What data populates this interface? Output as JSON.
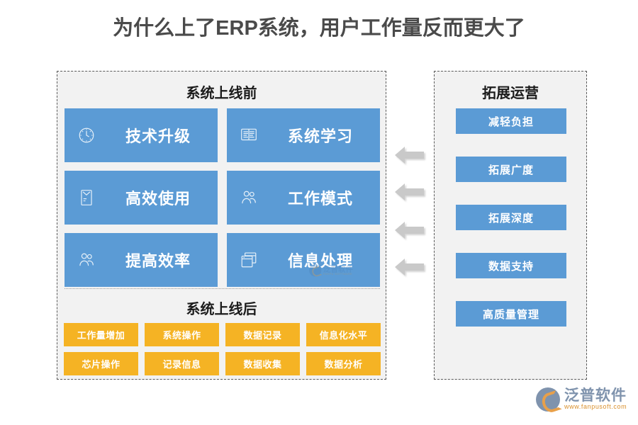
{
  "title": "为什么上了ERP系统，用户工作量反而更大了",
  "colors": {
    "blue": "#5B9BD5",
    "orange": "#F5B324",
    "panel_bg": "#F2F2F2",
    "panel_border": "#5A5A5A",
    "arrow": "#C9C9C9",
    "title_text": "#4A4A4A"
  },
  "left_panel": {
    "title": "系统上线前",
    "cards": [
      {
        "label": "技术升级",
        "icon": "clock-icon"
      },
      {
        "label": "系统学习",
        "icon": "presentation-screen-icon"
      },
      {
        "label": "高效使用",
        "icon": "document-envelope-icon"
      },
      {
        "label": "工作模式",
        "icon": "people-group-icon"
      },
      {
        "label": "提高效率",
        "icon": "people-group-icon"
      },
      {
        "label": "信息处理",
        "icon": "window-layers-icon"
      }
    ],
    "after_title": "系统上线后",
    "tags": [
      "工作量增加",
      "系统操作",
      "数据记录",
      "信息化水平",
      "芯片操作",
      "记录信息",
      "数据收集",
      "数据分析"
    ]
  },
  "right_panel": {
    "title": "拓展运营",
    "items": [
      "减轻负担",
      "拓展广度",
      "拓展深度",
      "数据支持",
      "高质量管理"
    ]
  },
  "arrows": {
    "count": 4,
    "direction": "left",
    "icon": "arrow-left-icon"
  },
  "watermark": {
    "cn": "泛普软件",
    "en": "FANPU SOFTWARE"
  },
  "logo": {
    "cn": "泛普软件",
    "url": "www.fanpusoft.com"
  }
}
